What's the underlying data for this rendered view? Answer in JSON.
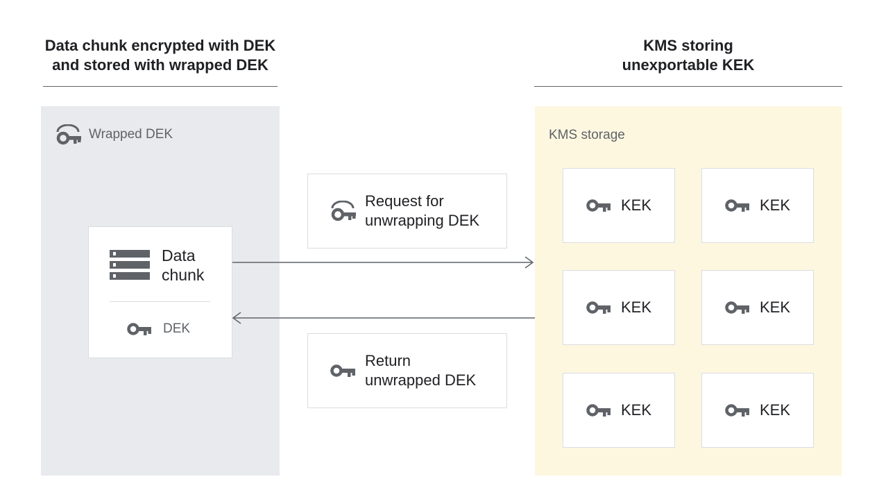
{
  "left_section": {
    "heading_line1": "Data chunk encrypted with DEK",
    "heading_line2": "and stored with wrapped DEK",
    "panel_label": "Wrapped DEK",
    "panel_icon": "wrapped-key-icon",
    "chunk_card": {
      "title_line1": "Data",
      "title_line2": "chunk",
      "title_icon": "storage-icon",
      "key_label": "DEK",
      "key_icon": "key-icon"
    }
  },
  "right_section": {
    "heading_line1": "KMS storing",
    "heading_line2": "unexportable KEK",
    "panel_label": "KMS storage",
    "keys": [
      {
        "label": "KEK",
        "icon": "key-icon"
      },
      {
        "label": "KEK",
        "icon": "key-icon"
      },
      {
        "label": "KEK",
        "icon": "key-icon"
      },
      {
        "label": "KEK",
        "icon": "key-icon"
      },
      {
        "label": "KEK",
        "icon": "key-icon"
      },
      {
        "label": "KEK",
        "icon": "key-icon"
      }
    ]
  },
  "messages": {
    "request": {
      "line1": "Request for",
      "line2": "unwrapping DEK",
      "icon": "wrapped-key-icon"
    },
    "response": {
      "line1": "Return",
      "line2": "unwrapped DEK",
      "icon": "key-icon"
    }
  },
  "colors": {
    "left_panel": "#e8eaed",
    "right_panel": "#fef7e0",
    "icon": "#5f6368",
    "arrow": "#5f6368"
  }
}
